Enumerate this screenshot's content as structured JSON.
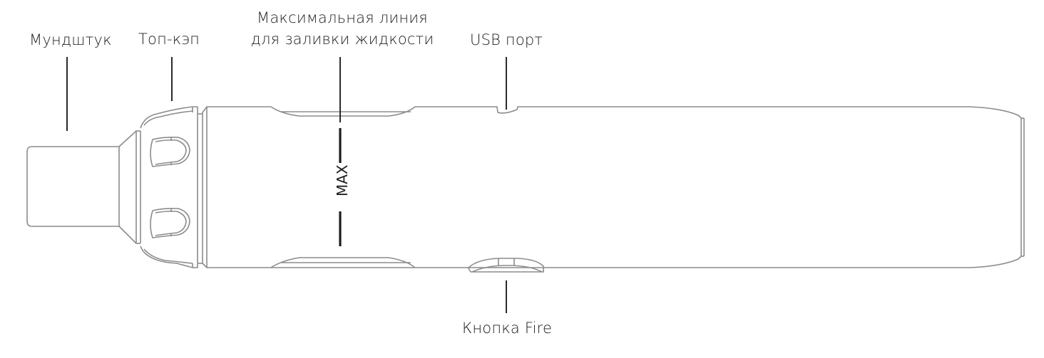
{
  "diagram": {
    "type": "product-parts-diagram",
    "subject": "vape pen device (side view)",
    "colors": {
      "outline": "#8c8c8c",
      "leader_line": "#2a2a2a",
      "text": "#1e1e1e",
      "background": "#ffffff"
    }
  },
  "labels": {
    "mouthpiece": "Мундштук",
    "top_cap": "Топ-кэп",
    "max_line_line1": "Максимальная линия",
    "max_line_line2": "для заливки жидкости",
    "usb_port": "USB порт",
    "fire_button": "Кнопка Fire",
    "max_marker": "MAX"
  }
}
